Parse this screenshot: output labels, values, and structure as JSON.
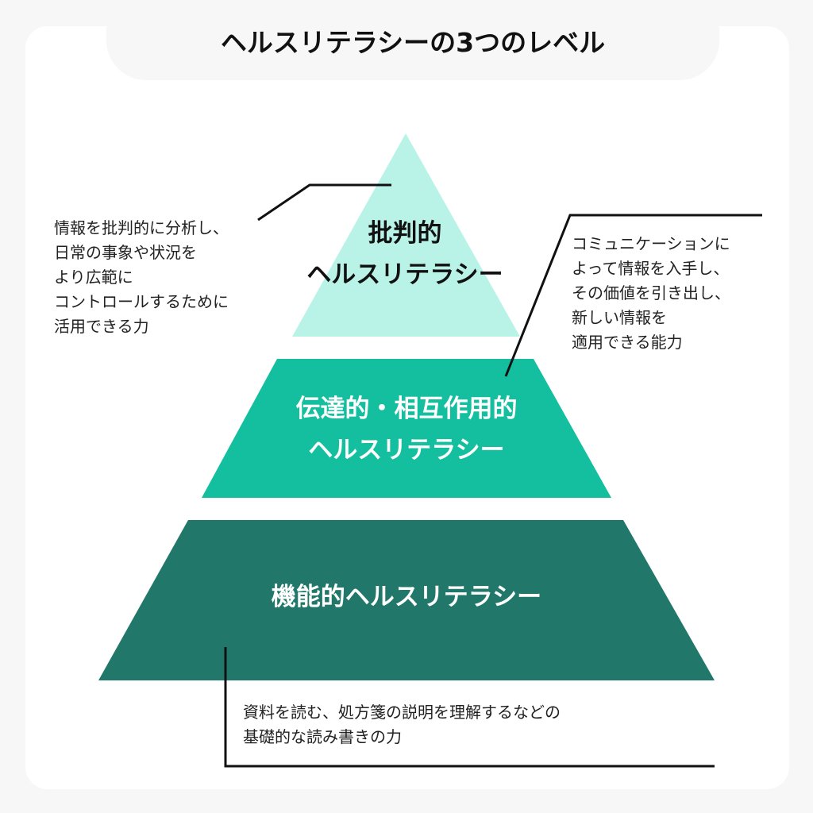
{
  "title": "ヘルスリテラシーの3つのレベル",
  "levels": [
    {
      "label_line1": "批判的",
      "label_line2": "ヘルスリテラシー",
      "color": "#b9f3e8",
      "text_color": "#111111",
      "description": "情報を批判的に分析し、\n日常の事象や状況を\nより広範に\nコントロールするために\n活用できる力"
    },
    {
      "label_line1": "伝達的・相互作用的",
      "label_line2": "ヘルスリテラシー",
      "color": "#14bf9f",
      "text_color": "#ffffff",
      "description": "コミュニケーションに\nよって情報を入手し、\nその価値を引き出し、\n新しい情報を\n適用できる能力"
    },
    {
      "label_line1": "機能的ヘルスリテラシー",
      "color": "#21786a",
      "text_color": "#ffffff",
      "description": "資料を読む、処方箋の説明を理解するなどの\n基礎的な読み書きの力"
    }
  ]
}
